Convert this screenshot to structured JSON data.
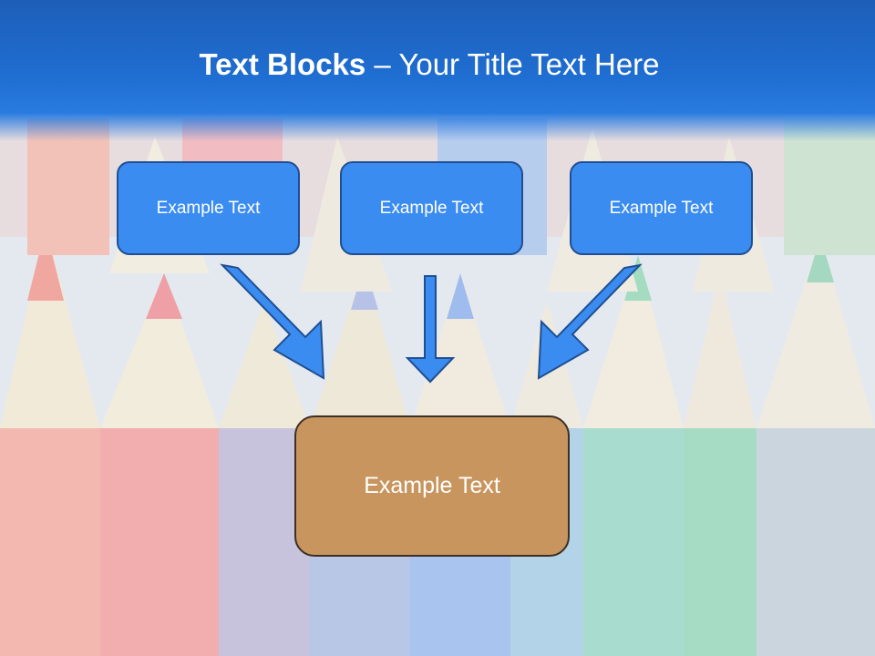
{
  "slide": {
    "title_bold": "Text Blocks",
    "title_rest": " – Your Title Text Here"
  },
  "blocks": [
    {
      "label": "Example Text"
    },
    {
      "label": "Example Text"
    },
    {
      "label": "Example Text"
    }
  ],
  "target": {
    "label": "Example Text"
  },
  "colors": {
    "title_bar": "#1f6ed2",
    "block_fill": "#3b8cf0",
    "block_border": "#1f4f92",
    "target_fill": "#c8955e",
    "target_border": "#3c3026"
  }
}
